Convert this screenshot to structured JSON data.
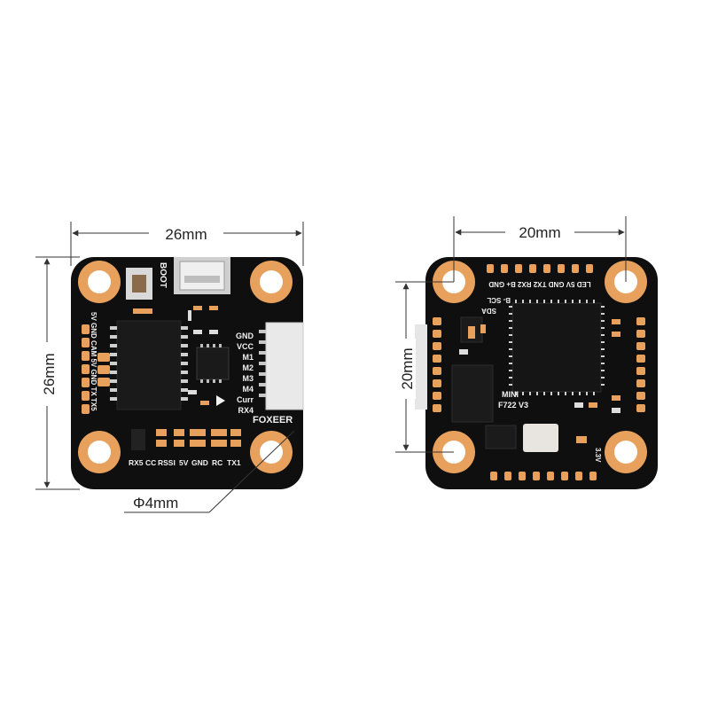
{
  "colors": {
    "pcb": "#0f0f0f",
    "gold": "#e8a15d",
    "silk": "#f2f2f2",
    "line": "#333333"
  },
  "dimensions": {
    "front_width": "26mm",
    "front_height": "26mm",
    "hole_diameter": "Φ4mm",
    "back_width": "20mm",
    "back_height": "20mm"
  },
  "front_board": {
    "boot_label": "BOOT",
    "brand": "FOXEER",
    "connector_pins": [
      "GND",
      "VCC",
      "M1",
      "M2",
      "M3",
      "M4",
      "Curr",
      "RX4"
    ],
    "left_pads_label": "5V GND CAM 5V GND TX TX5",
    "bottom_labels": [
      "RX5",
      "CC",
      "RSSI",
      "5V",
      "GND",
      "RC",
      "TX1"
    ]
  },
  "back_board": {
    "top_labels": "LED 5V GND TX2 RX2 B+ GND",
    "scl_label": "B- SCL",
    "sda_label": "SDA",
    "model_line1": "MINI",
    "model_line2": "F722 V3",
    "voltage_label": "3.3V"
  }
}
